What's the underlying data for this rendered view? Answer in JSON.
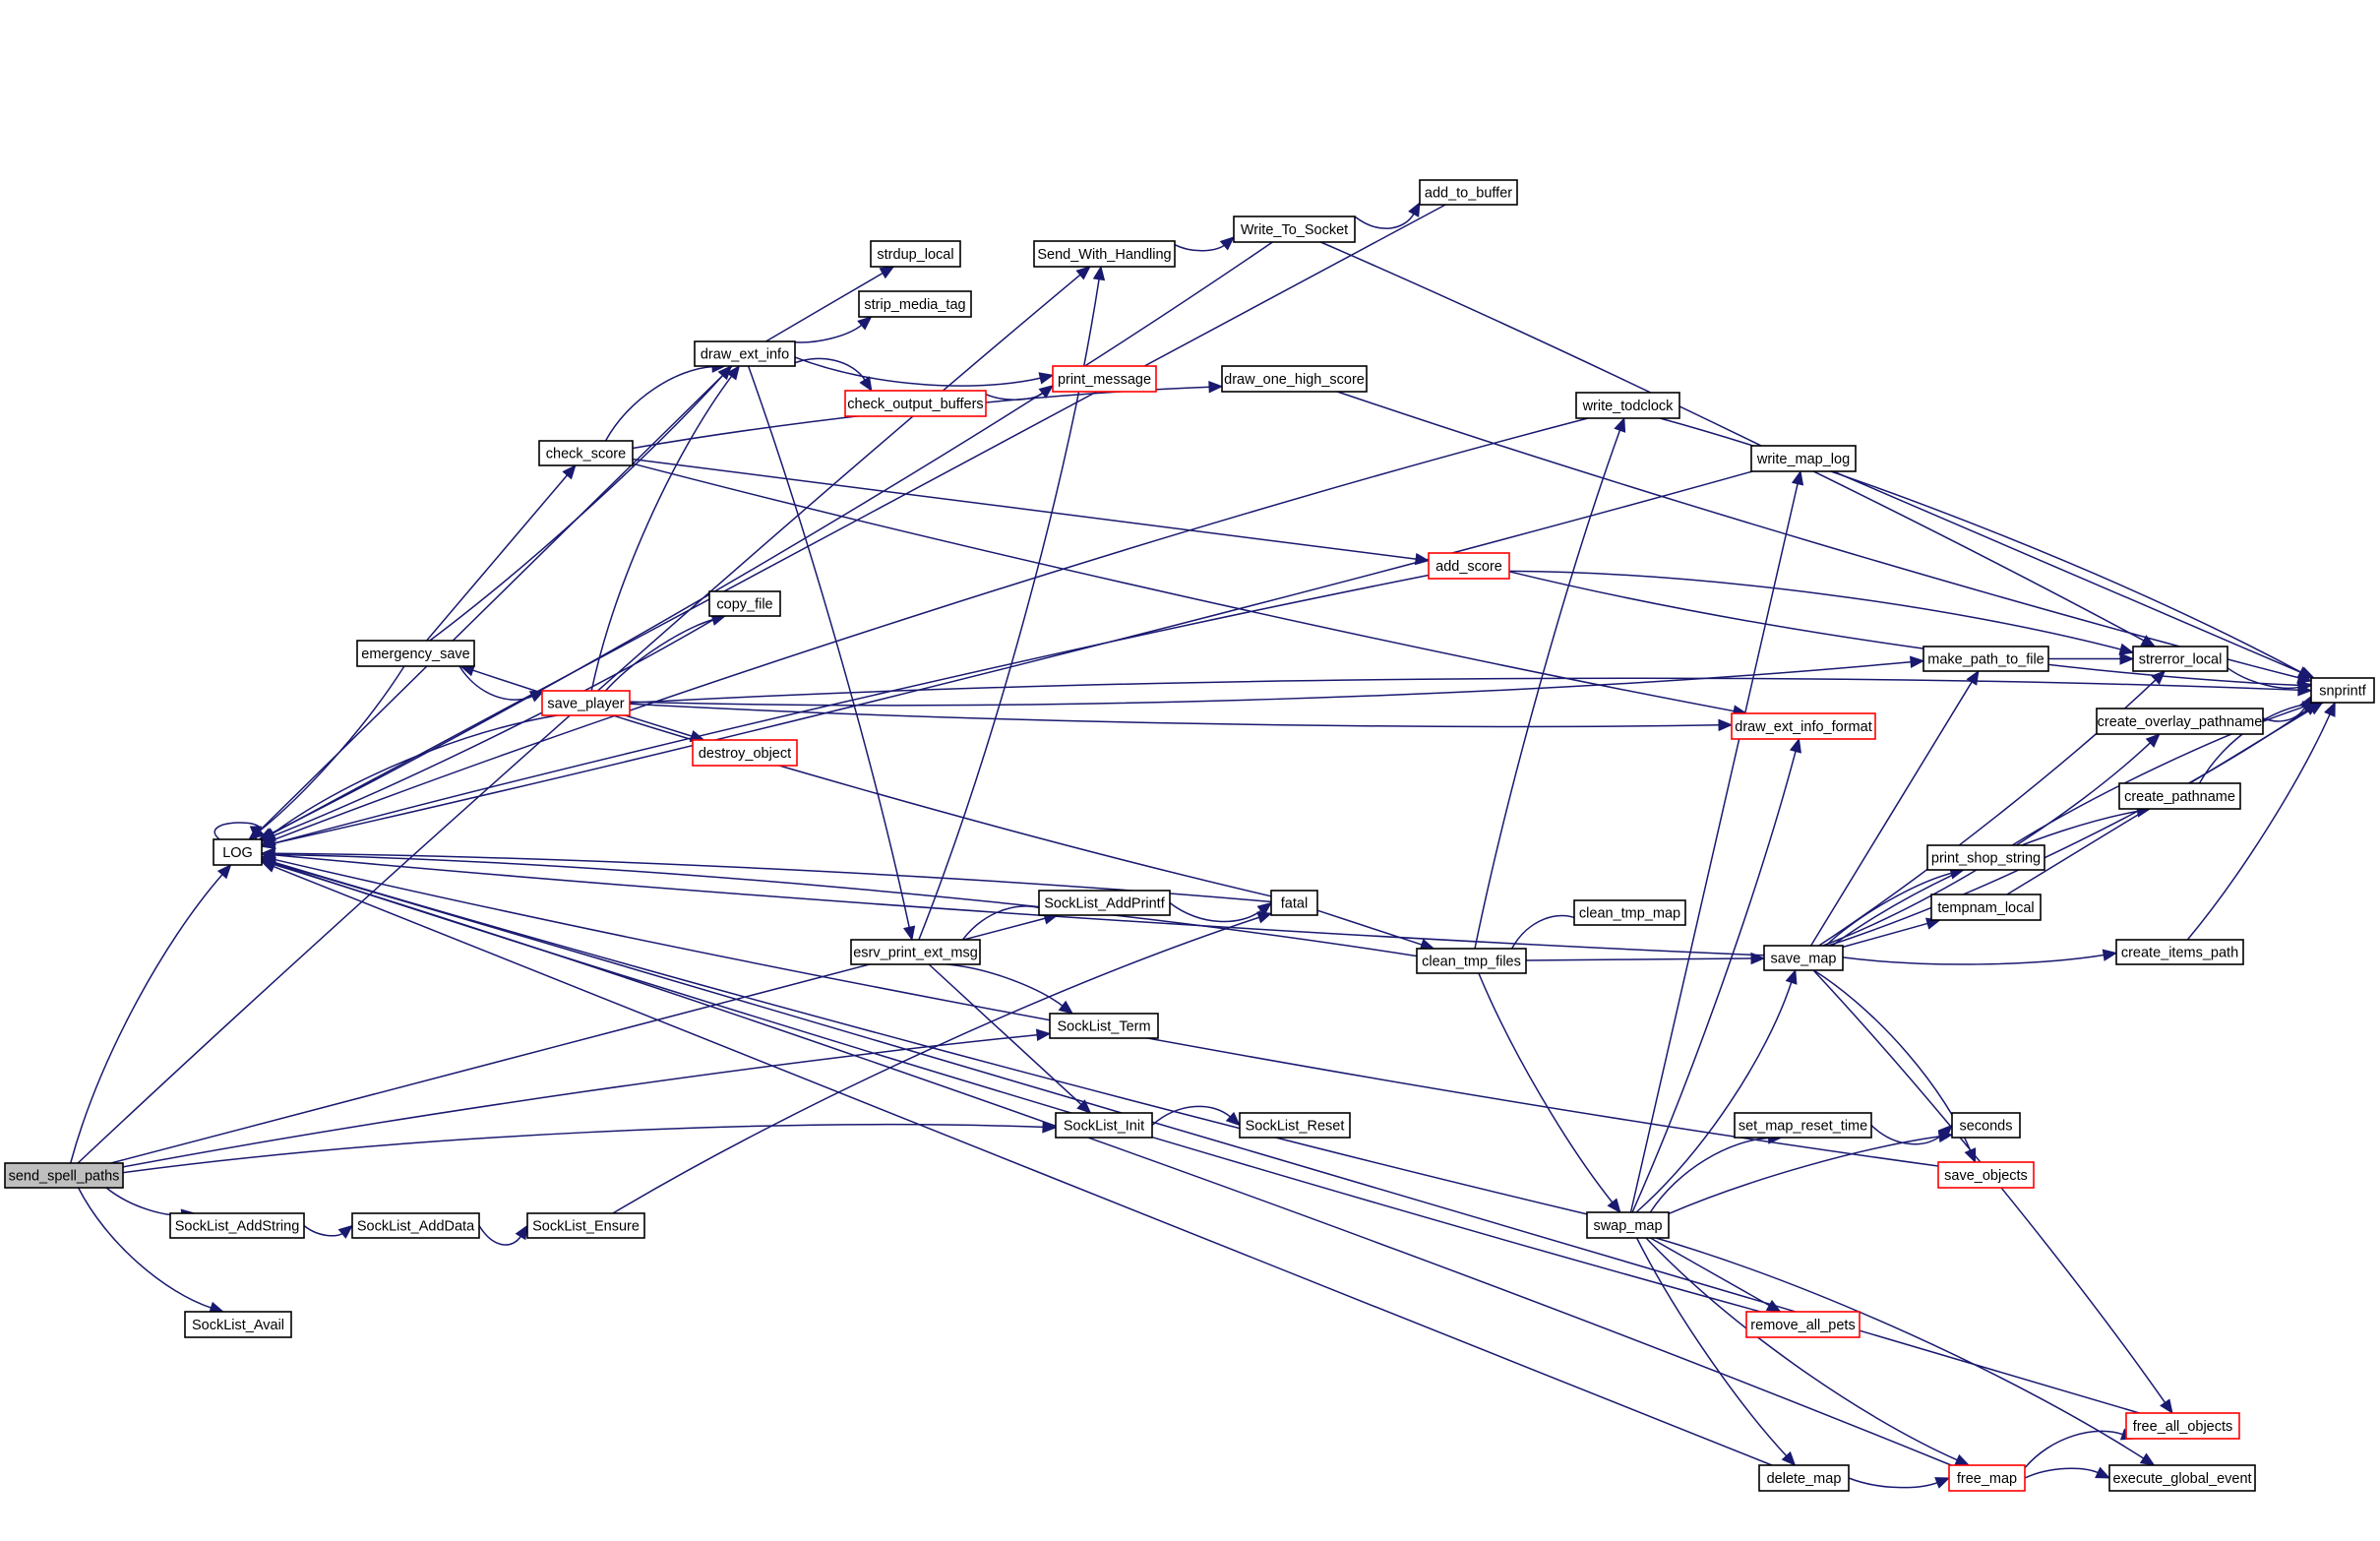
{
  "diagram": {
    "type": "call-graph",
    "root": "send_spell_paths",
    "colors": {
      "edge": "#191970",
      "node_border": "#000000",
      "incomplete_border": "#ff0000",
      "root_fill": "#bfbfbf",
      "node_fill": "#ffffff"
    },
    "nodes": [
      {
        "id": "send_spell_paths",
        "label": "send_spell_paths",
        "root": true
      },
      {
        "id": "LOG",
        "label": "LOG"
      },
      {
        "id": "SockList_AddString",
        "label": "SockList_AddString"
      },
      {
        "id": "SockList_Avail",
        "label": "SockList_Avail"
      },
      {
        "id": "SockList_AddData",
        "label": "SockList_AddData"
      },
      {
        "id": "SockList_Ensure",
        "label": "SockList_Ensure"
      },
      {
        "id": "emergency_save",
        "label": "emergency_save"
      },
      {
        "id": "check_score",
        "label": "check_score"
      },
      {
        "id": "save_player",
        "label": "save_player",
        "incomplete": true
      },
      {
        "id": "copy_file",
        "label": "copy_file"
      },
      {
        "id": "destroy_object",
        "label": "destroy_object",
        "incomplete": true
      },
      {
        "id": "draw_ext_info",
        "label": "draw_ext_info"
      },
      {
        "id": "strdup_local",
        "label": "strdup_local"
      },
      {
        "id": "strip_media_tag",
        "label": "strip_media_tag"
      },
      {
        "id": "check_output_buffers",
        "label": "check_output_buffers",
        "incomplete": true
      },
      {
        "id": "print_message",
        "label": "print_message",
        "incomplete": true
      },
      {
        "id": "Send_With_Handling",
        "label": "Send_With_Handling"
      },
      {
        "id": "Write_To_Socket",
        "label": "Write_To_Socket"
      },
      {
        "id": "add_to_buffer",
        "label": "add_to_buffer"
      },
      {
        "id": "draw_one_high_score",
        "label": "draw_one_high_score"
      },
      {
        "id": "esrv_print_ext_msg",
        "label": "esrv_print_ext_msg"
      },
      {
        "id": "SockList_AddPrintf",
        "label": "SockList_AddPrintf"
      },
      {
        "id": "SockList_Term",
        "label": "SockList_Term"
      },
      {
        "id": "SockList_Init",
        "label": "SockList_Init"
      },
      {
        "id": "SockList_Reset",
        "label": "SockList_Reset"
      },
      {
        "id": "fatal",
        "label": "fatal"
      },
      {
        "id": "clean_tmp_files",
        "label": "clean_tmp_files"
      },
      {
        "id": "clean_tmp_map",
        "label": "clean_tmp_map"
      },
      {
        "id": "write_todclock",
        "label": "write_todclock"
      },
      {
        "id": "write_map_log",
        "label": "write_map_log"
      },
      {
        "id": "add_score",
        "label": "add_score",
        "incomplete": true
      },
      {
        "id": "draw_ext_info_format",
        "label": "draw_ext_info_format",
        "incomplete": true
      },
      {
        "id": "save_map",
        "label": "save_map"
      },
      {
        "id": "swap_map",
        "label": "swap_map"
      },
      {
        "id": "make_path_to_file",
        "label": "make_path_to_file"
      },
      {
        "id": "strerror_local",
        "label": "strerror_local"
      },
      {
        "id": "snprintf",
        "label": "snprintf"
      },
      {
        "id": "create_overlay_pathname",
        "label": "create_overlay_pathname"
      },
      {
        "id": "create_pathname",
        "label": "create_pathname"
      },
      {
        "id": "print_shop_string",
        "label": "print_shop_string"
      },
      {
        "id": "tempnam_local",
        "label": "tempnam_local"
      },
      {
        "id": "create_items_path",
        "label": "create_items_path"
      },
      {
        "id": "set_map_reset_time",
        "label": "set_map_reset_time"
      },
      {
        "id": "seconds",
        "label": "seconds"
      },
      {
        "id": "save_objects",
        "label": "save_objects",
        "incomplete": true
      },
      {
        "id": "remove_all_pets",
        "label": "remove_all_pets",
        "incomplete": true
      },
      {
        "id": "delete_map",
        "label": "delete_map"
      },
      {
        "id": "free_map",
        "label": "free_map",
        "incomplete": true
      },
      {
        "id": "free_all_objects",
        "label": "free_all_objects",
        "incomplete": true
      },
      {
        "id": "execute_global_event",
        "label": "execute_global_event"
      }
    ],
    "edges": [
      [
        "send_spell_paths",
        "LOG"
      ],
      [
        "send_spell_paths",
        "Send_With_Handling"
      ],
      [
        "send_spell_paths",
        "SockList_AddPrintf"
      ],
      [
        "send_spell_paths",
        "SockList_AddString"
      ],
      [
        "send_spell_paths",
        "SockList_Avail"
      ],
      [
        "send_spell_paths",
        "SockList_Init"
      ],
      [
        "send_spell_paths",
        "SockList_Term"
      ],
      [
        "LOG",
        "LOG"
      ],
      [
        "SockList_AddString",
        "SockList_AddData"
      ],
      [
        "SockList_AddData",
        "SockList_Ensure"
      ],
      [
        "SockList_Ensure",
        "fatal"
      ],
      [
        "emergency_save",
        "LOG"
      ],
      [
        "emergency_save",
        "check_score"
      ],
      [
        "emergency_save",
        "draw_ext_info"
      ],
      [
        "emergency_save",
        "save_player"
      ],
      [
        "check_score",
        "draw_ext_info"
      ],
      [
        "check_score",
        "draw_one_high_score"
      ],
      [
        "check_score",
        "add_score"
      ],
      [
        "check_score",
        "draw_ext_info_format"
      ],
      [
        "save_player",
        "LOG"
      ],
      [
        "save_player",
        "draw_ext_info"
      ],
      [
        "save_player",
        "copy_file"
      ],
      [
        "save_player",
        "destroy_object"
      ],
      [
        "save_player",
        "draw_ext_info_format"
      ],
      [
        "save_player",
        "make_path_to_file"
      ],
      [
        "save_player",
        "snprintf"
      ],
      [
        "copy_file",
        "LOG"
      ],
      [
        "draw_ext_info",
        "strdup_local"
      ],
      [
        "draw_ext_info",
        "strip_media_tag"
      ],
      [
        "draw_ext_info",
        "print_message"
      ],
      [
        "draw_ext_info",
        "check_output_buffers"
      ],
      [
        "draw_ext_info",
        "esrv_print_ext_msg"
      ],
      [
        "draw_ext_info",
        "LOG"
      ],
      [
        "check_output_buffers",
        "print_message"
      ],
      [
        "esrv_print_ext_msg",
        "Send_With_Handling"
      ],
      [
        "esrv_print_ext_msg",
        "SockList_AddPrintf"
      ],
      [
        "esrv_print_ext_msg",
        "SockList_Term"
      ],
      [
        "esrv_print_ext_msg",
        "SockList_Init"
      ],
      [
        "Send_With_Handling",
        "Write_To_Socket"
      ],
      [
        "Write_To_Socket",
        "add_to_buffer"
      ],
      [
        "Write_To_Socket",
        "LOG"
      ],
      [
        "Write_To_Socket",
        "strerror_local"
      ],
      [
        "add_to_buffer",
        "LOG"
      ],
      [
        "draw_one_high_score",
        "snprintf"
      ],
      [
        "SockList_AddPrintf",
        "fatal"
      ],
      [
        "SockList_Init",
        "SockList_Reset"
      ],
      [
        "fatal",
        "emergency_save"
      ],
      [
        "fatal",
        "clean_tmp_files"
      ],
      [
        "fatal",
        "LOG"
      ],
      [
        "clean_tmp_files",
        "LOG"
      ],
      [
        "clean_tmp_files",
        "clean_tmp_map"
      ],
      [
        "clean_tmp_files",
        "write_todclock"
      ],
      [
        "clean_tmp_files",
        "save_map"
      ],
      [
        "clean_tmp_files",
        "swap_map"
      ],
      [
        "write_todclock",
        "LOG"
      ],
      [
        "write_todclock",
        "snprintf"
      ],
      [
        "write_map_log",
        "LOG"
      ],
      [
        "write_map_log",
        "snprintf"
      ],
      [
        "add_score",
        "LOG"
      ],
      [
        "add_score",
        "snprintf"
      ],
      [
        "add_score",
        "strerror_local"
      ],
      [
        "swap_map",
        "LOG"
      ],
      [
        "swap_map",
        "write_map_log"
      ],
      [
        "swap_map",
        "draw_ext_info_format"
      ],
      [
        "swap_map",
        "save_map"
      ],
      [
        "swap_map",
        "set_map_reset_time"
      ],
      [
        "swap_map",
        "seconds"
      ],
      [
        "swap_map",
        "remove_all_pets"
      ],
      [
        "swap_map",
        "delete_map"
      ],
      [
        "swap_map",
        "free_map"
      ],
      [
        "swap_map",
        "execute_global_event"
      ],
      [
        "save_map",
        "LOG"
      ],
      [
        "save_map",
        "make_path_to_file"
      ],
      [
        "save_map",
        "strerror_local"
      ],
      [
        "save_map",
        "create_overlay_pathname"
      ],
      [
        "save_map",
        "create_pathname"
      ],
      [
        "save_map",
        "print_shop_string"
      ],
      [
        "save_map",
        "tempnam_local"
      ],
      [
        "save_map",
        "create_items_path"
      ],
      [
        "save_map",
        "snprintf"
      ],
      [
        "save_map",
        "save_objects"
      ],
      [
        "save_map",
        "free_all_objects"
      ],
      [
        "make_path_to_file",
        "strerror_local"
      ],
      [
        "strerror_local",
        "snprintf"
      ],
      [
        "create_overlay_pathname",
        "snprintf"
      ],
      [
        "create_pathname",
        "snprintf"
      ],
      [
        "print_shop_string",
        "snprintf"
      ],
      [
        "tempnam_local",
        "snprintf"
      ],
      [
        "create_items_path",
        "snprintf"
      ],
      [
        "set_map_reset_time",
        "seconds"
      ],
      [
        "save_objects",
        "LOG"
      ],
      [
        "remove_all_pets",
        "LOG"
      ],
      [
        "delete_map",
        "LOG"
      ],
      [
        "delete_map",
        "free_map"
      ],
      [
        "free_map",
        "LOG"
      ],
      [
        "free_map",
        "free_all_objects"
      ],
      [
        "free_map",
        "execute_global_event"
      ],
      [
        "free_all_objects",
        "LOG"
      ]
    ]
  }
}
